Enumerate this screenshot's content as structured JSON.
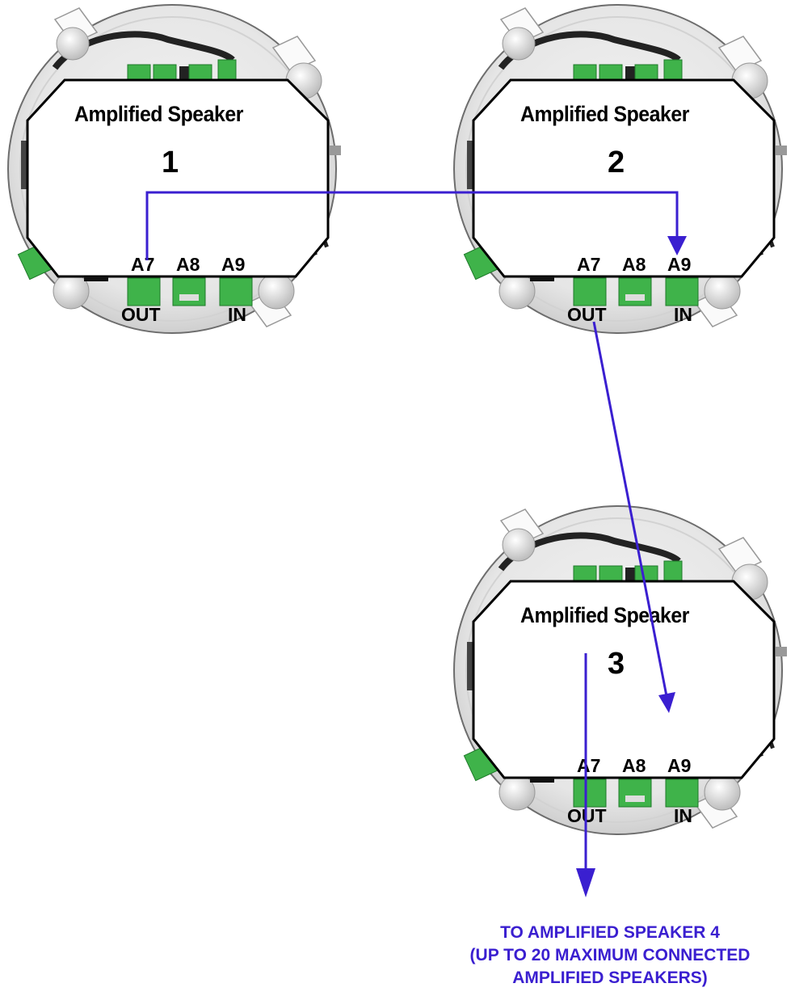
{
  "speakers": [
    {
      "title": "Amplified Speaker",
      "number": "1",
      "ports": {
        "a7": "A7",
        "a8": "A8",
        "a9": "A9",
        "out": "OUT",
        "in": "IN"
      }
    },
    {
      "title": "Amplified Speaker",
      "number": "2",
      "ports": {
        "a7": "A7",
        "a8": "A8",
        "a9": "A9",
        "out": "OUT",
        "in": "IN"
      }
    },
    {
      "title": "Amplified Speaker",
      "number": "3",
      "ports": {
        "a7": "A7",
        "a8": "A8",
        "a9": "A9",
        "out": "OUT",
        "in": "IN"
      }
    }
  ],
  "note": {
    "line1": "TO AMPLIFIED SPEAKER 4",
    "line2": "(UP TO 20 MAXIMUM CONNECTED",
    "line3": "AMPLIFIED SPEAKERS)"
  },
  "colors": {
    "wire": "#3a1fd0",
    "connector_green": "#3fb34a",
    "housing": "#e6e6e6"
  }
}
